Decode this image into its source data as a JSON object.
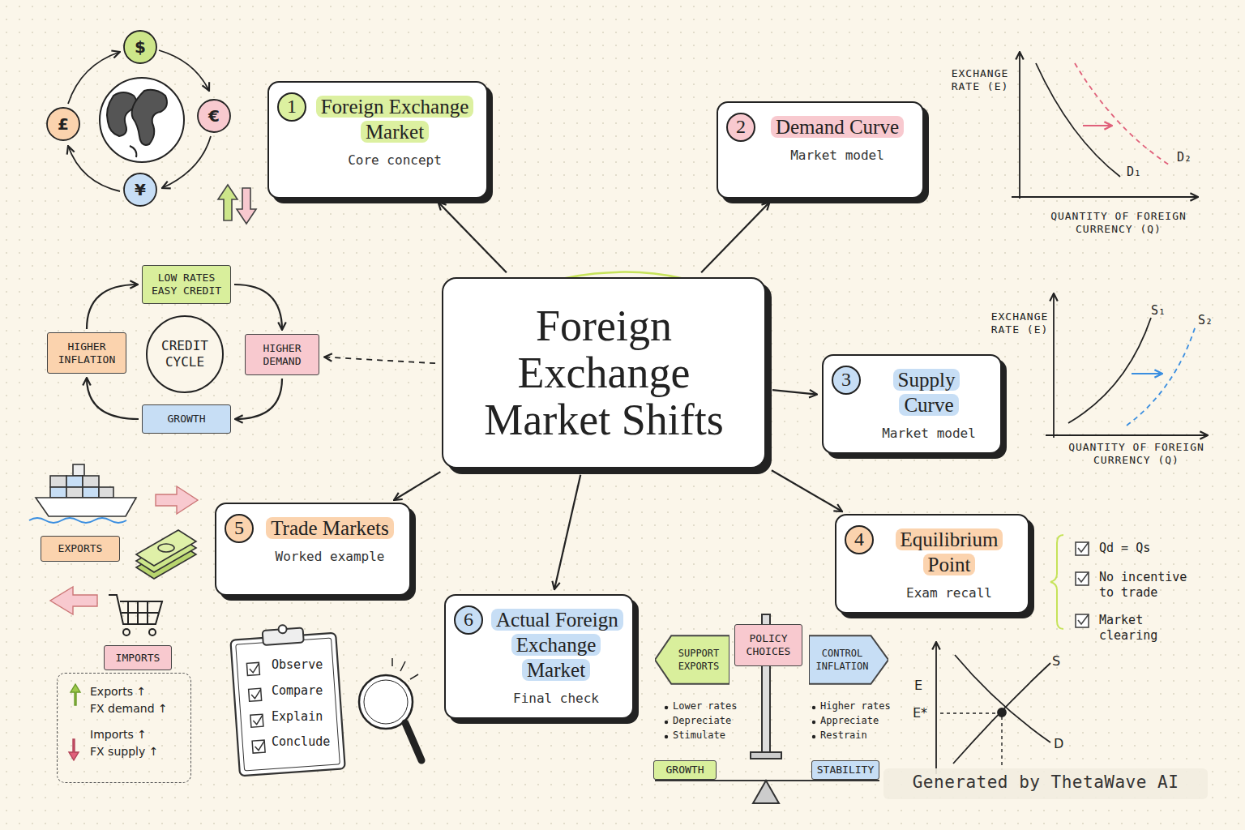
{
  "diagram": {
    "nodes": [
      {
        "text": [
          "Foreign Exchange Market Shifts"
        ]
      },
      {
        "text": [
          "1",
          "Foreign Exchange Market",
          "Core concept"
        ]
      },
      {
        "text": [
          "2",
          "Demand Curve",
          "Market model"
        ]
      },
      {
        "text": [
          "3",
          "Supply Curve",
          "Market model"
        ]
      },
      {
        "text": [
          "4",
          "Equilibrium Point",
          "Exam recall"
        ]
      },
      {
        "text": [
          "5",
          "Trade Markets",
          "Worked example"
        ]
      },
      {
        "text": [
          "6",
          "Actual Foreign Exchange Market",
          "Final check"
        ]
      },
      {
        "text": [
          "LOW RATES EASY CREDIT"
        ]
      },
      {
        "text": [
          "HIGHER INFLATION"
        ]
      },
      {
        "text": [
          "CREDIT CYCLE"
        ]
      },
      {
        "text": [
          "HIGHER DEMAND"
        ]
      },
      {
        "text": [
          "GROWTH"
        ]
      },
      {
        "text": [
          "EXPORTS"
        ]
      },
      {
        "text": [
          "IMPORTS"
        ]
      },
      {
        "text": [
          "Exports ↑",
          "FX demand ↑",
          "Imports ↑",
          "FX supply ↑"
        ]
      },
      {
        "text": [
          "SUPPORT EXPORTS"
        ]
      },
      {
        "text": [
          "POLICY CHOICES"
        ]
      },
      {
        "text": [
          "CONTROL INFLATION"
        ]
      },
      {
        "text": [
          "GROWTH"
        ]
      },
      {
        "text": [
          "STABILITY"
        ]
      }
    ],
    "edges": [
      {
        "from": 0,
        "to": 1,
        "arrow": "to"
      },
      {
        "from": 0,
        "to": 2,
        "arrow": "to"
      },
      {
        "from": 0,
        "to": 3,
        "arrow": "to"
      },
      {
        "from": 0,
        "to": 4,
        "arrow": "to"
      },
      {
        "from": 0,
        "to": 5,
        "arrow": "to"
      },
      {
        "from": 0,
        "to": 6,
        "arrow": "to"
      },
      {
        "from": 0,
        "to": 10,
        "arrow": "to"
      },
      {
        "from": 7,
        "to": 10,
        "arrow": "to"
      },
      {
        "from": 10,
        "to": 11,
        "arrow": "to"
      },
      {
        "from": 11,
        "to": 8,
        "arrow": "to"
      },
      {
        "from": 8,
        "to": 7,
        "arrow": "to"
      }
    ],
    "labels": [
      "$",
      "€",
      "¥",
      "£",
      "EXCHANGE RATE (E)",
      "D₁",
      "D₂",
      "QUANTITY OF FOREIGN CURRENCY (Q)",
      "EXCHANGE RATE (E)",
      "S₁",
      "S₂",
      "QUANTITY OF FOREIGN CURRENCY (Q)",
      "Qd = Qs",
      "No incentive to trade",
      "Market clearing",
      "Observe",
      "Compare",
      "Explain",
      "Conclude",
      "Lower rates",
      "Depreciate",
      "Stimulate",
      "Higher rates",
      "Appreciate",
      "Restrain",
      "E",
      "E*",
      "S",
      "D",
      "Generated by ThetaWave AI"
    ]
  }
}
